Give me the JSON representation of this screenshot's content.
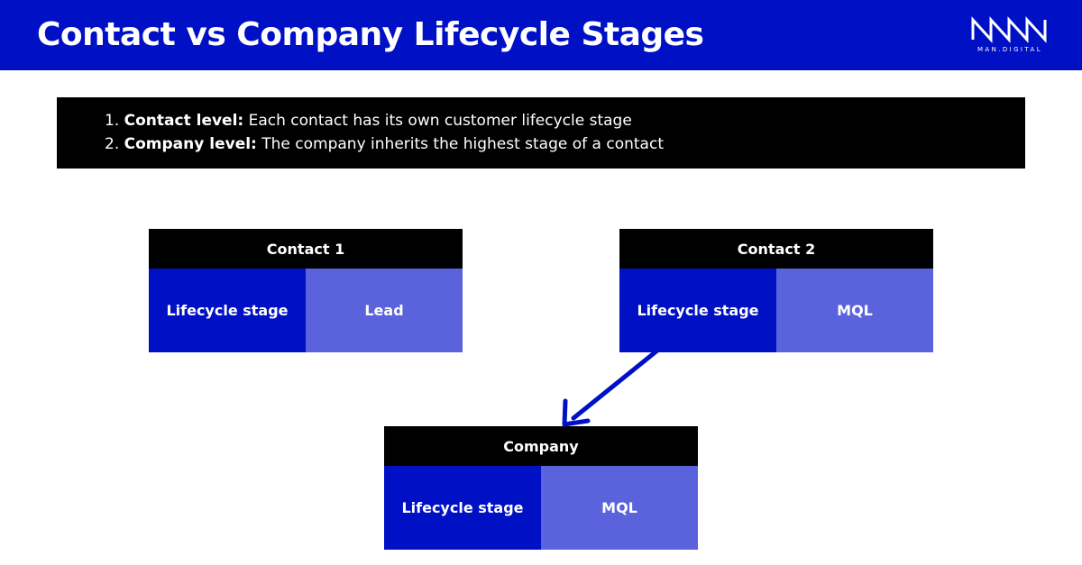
{
  "header": {
    "title": "Contact vs Company Lifecycle Stages",
    "logo_text": "MAN.DIGITAL"
  },
  "info": {
    "line1_num": "1.",
    "line1_bold": "Contact level:",
    "line1_rest": "Each contact has its own customer lifecycle stage",
    "line2_num": "2.",
    "line2_bold": "Company level:",
    "line2_rest": "The company inherits the highest stage of a contact"
  },
  "contact1": {
    "title": "Contact 1",
    "label": "Lifecycle stage",
    "value": "Lead"
  },
  "contact2": {
    "title": "Contact 2",
    "label": "Lifecycle stage",
    "value": "MQL"
  },
  "company": {
    "title": "Company",
    "label": "Lifecycle stage",
    "value": "MQL"
  },
  "colors": {
    "brand_blue": "#0010c4",
    "value_blue": "#5a63dc",
    "black": "#000000"
  }
}
